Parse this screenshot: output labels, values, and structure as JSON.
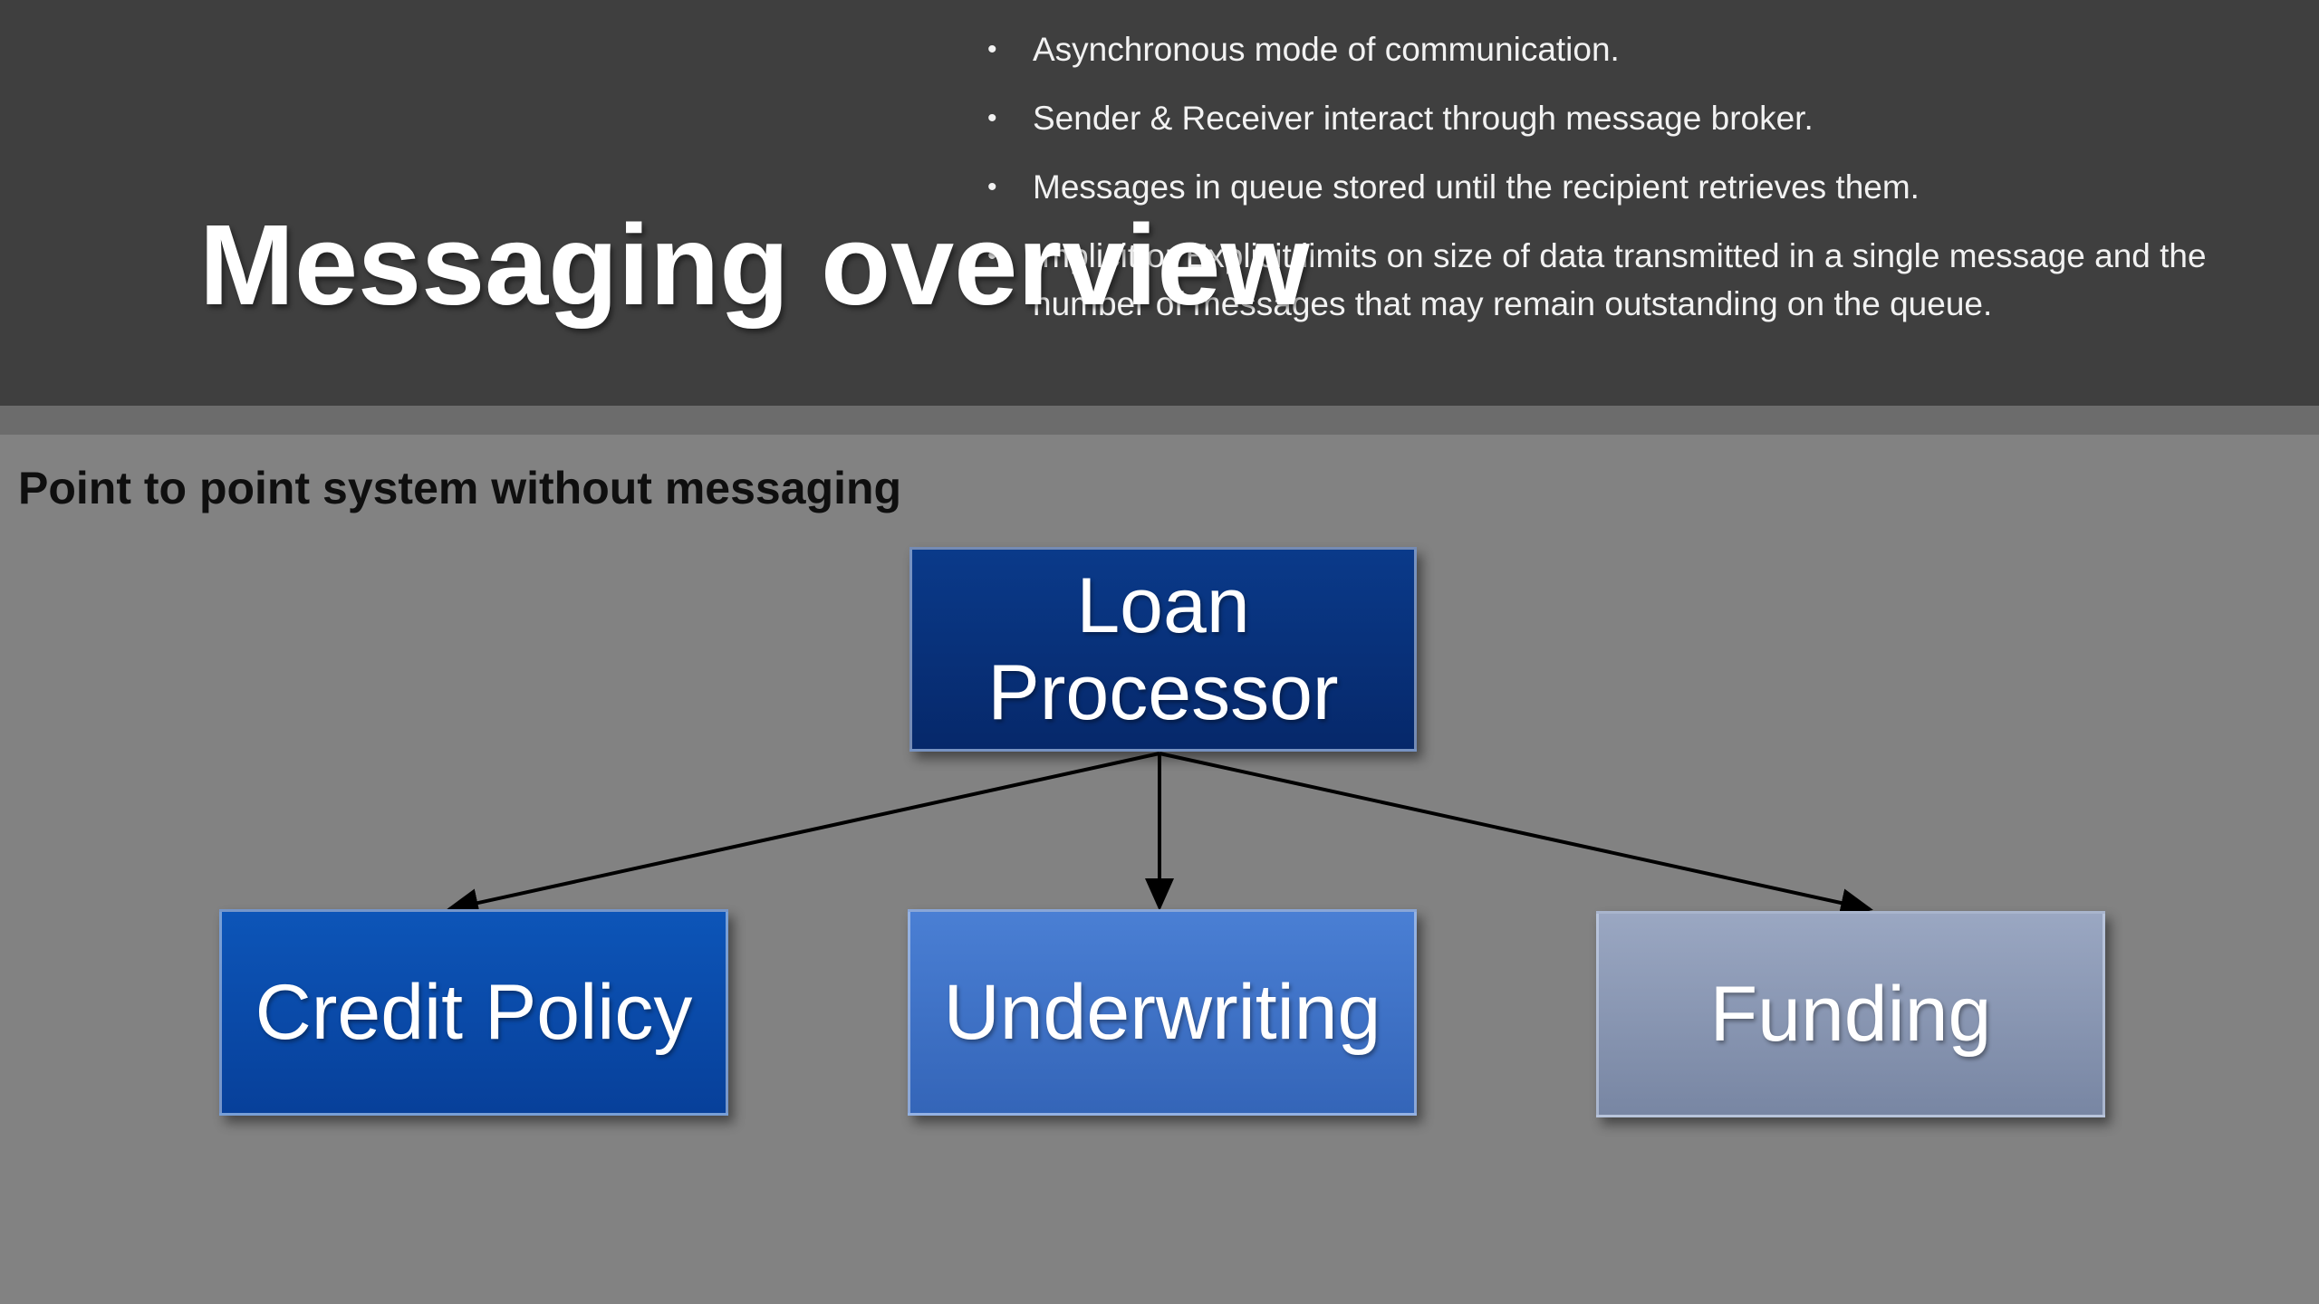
{
  "header": {
    "title": "Messaging overview",
    "bullets": [
      "Asynchronous mode of communication.",
      "Sender & Receiver interact through message broker.",
      "Messages in queue stored until the recipient retrieves them.",
      "Implicit or Explicit limits on size of data transmitted in a single message and the number of messages that may remain outstanding on the queue."
    ],
    "bullet_glyph": "•"
  },
  "section": {
    "subtitle": "Point to point system without messaging"
  },
  "diagram": {
    "root": {
      "label": "Loan Processor",
      "color": "#0a3a8a"
    },
    "children": [
      {
        "label": "Credit Policy",
        "color": "#0d55b8"
      },
      {
        "label": "Underwriting",
        "color": "#4a7fd4"
      },
      {
        "label": "Funding",
        "color": "#8a97b4"
      }
    ]
  },
  "colors": {
    "header_bg": "#3f3f3f",
    "slide_bg": "#828282",
    "connector": "#000000"
  }
}
